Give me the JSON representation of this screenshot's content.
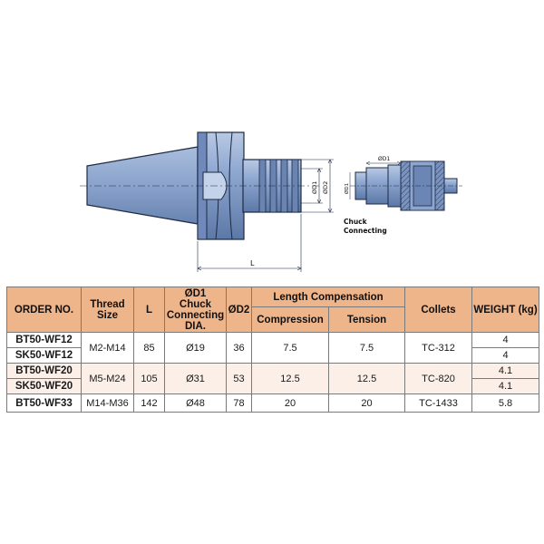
{
  "drawing": {
    "dim_d1": "ØD1",
    "dim_d2": "ØD2",
    "dim_l": "L",
    "chuck_label_line1": "Chuck",
    "chuck_label_line2": "Connecting",
    "chuck_dim_d1": "ØD1",
    "colors": {
      "body": "#8ea7d0",
      "body_dark": "#5e7aa8",
      "outline": "#1c2a44"
    }
  },
  "table": {
    "headers": {
      "order_no": "ORDER NO.",
      "thread_size": "Thread Size",
      "l": "L",
      "d1_line1": "ØD1",
      "d1_line2": "Chuck Connecting DIA.",
      "d2": "ØD2",
      "length_comp": "Length Compensation",
      "compression": "Compression",
      "tension": "Tension",
      "collets": "Collets",
      "weight": "WEIGHT (kg)"
    },
    "groups": [
      {
        "orders": [
          "BT50-WF12",
          "SK50-WF12"
        ],
        "thread": "M2-M14",
        "l": "85",
        "d1": "Ø19",
        "d2": "36",
        "compression": "7.5",
        "tension": "7.5",
        "collet": "TC-312",
        "weights": [
          "4",
          "4"
        ]
      },
      {
        "orders": [
          "BT50-WF20",
          "SK50-WF20"
        ],
        "thread": "M5-M24",
        "l": "105",
        "d1": "Ø31",
        "d2": "53",
        "compression": "12.5",
        "tension": "12.5",
        "collet": "TC-820",
        "weights": [
          "4.1",
          "4.1"
        ]
      },
      {
        "orders": [
          "BT50-WF33"
        ],
        "thread": "M14-M36",
        "l": "142",
        "d1": "Ø48",
        "d2": "78",
        "compression": "20",
        "tension": "20",
        "collet": "TC-1433",
        "weights": [
          "5.8"
        ]
      }
    ],
    "colors": {
      "header_bg": "#eeb48a",
      "alt_row_bg": "#fbefe7",
      "border": "#7a7a7a"
    }
  }
}
